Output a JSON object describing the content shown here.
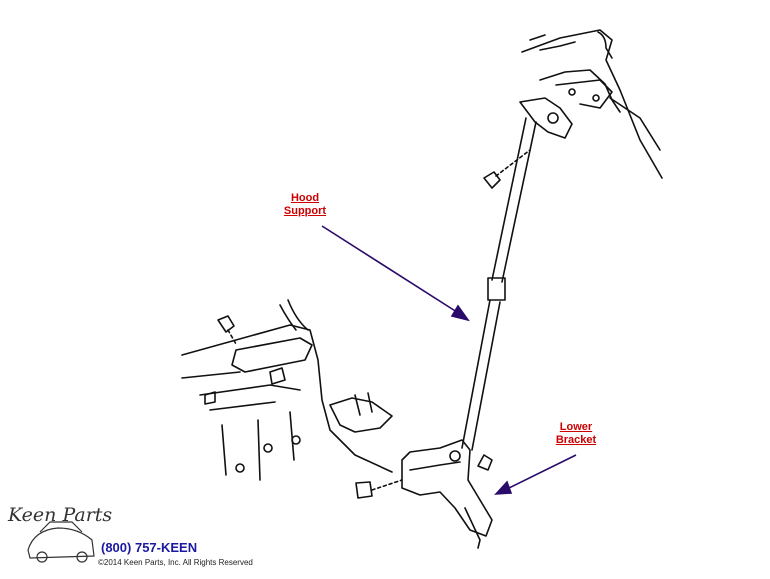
{
  "labels": {
    "hood_support": [
      "Hood",
      "Support"
    ],
    "lower_bracket": [
      "Lower",
      "Bracket"
    ]
  },
  "footer": {
    "logo": "Keen Parts",
    "phone": "(800) 757-KEEN",
    "copyright": "©2014 Keen Parts, Inc. All Rights Reserved"
  },
  "colors": {
    "label": "#cc0000",
    "arrow": "#2a0a6a",
    "phone": "#1a1aa0",
    "line": "#111111"
  }
}
